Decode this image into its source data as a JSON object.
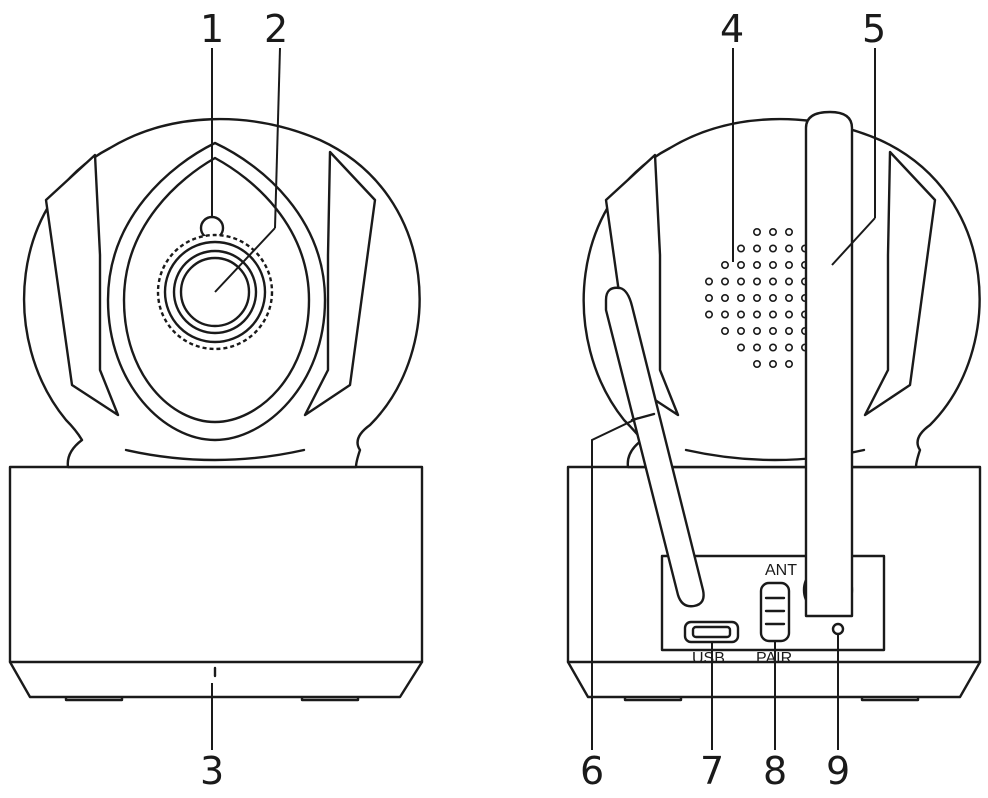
{
  "callouts": {
    "c1": "1",
    "c2": "2",
    "c3": "3",
    "c4": "4",
    "c5": "5",
    "c6": "6",
    "c7": "7",
    "c8": "8",
    "c9": "9"
  },
  "port_labels": {
    "antenna": "ANT",
    "usb": "USB",
    "pair": "PAIR"
  },
  "colors": {
    "line": "#1a1a1a",
    "background": "#ffffff"
  }
}
